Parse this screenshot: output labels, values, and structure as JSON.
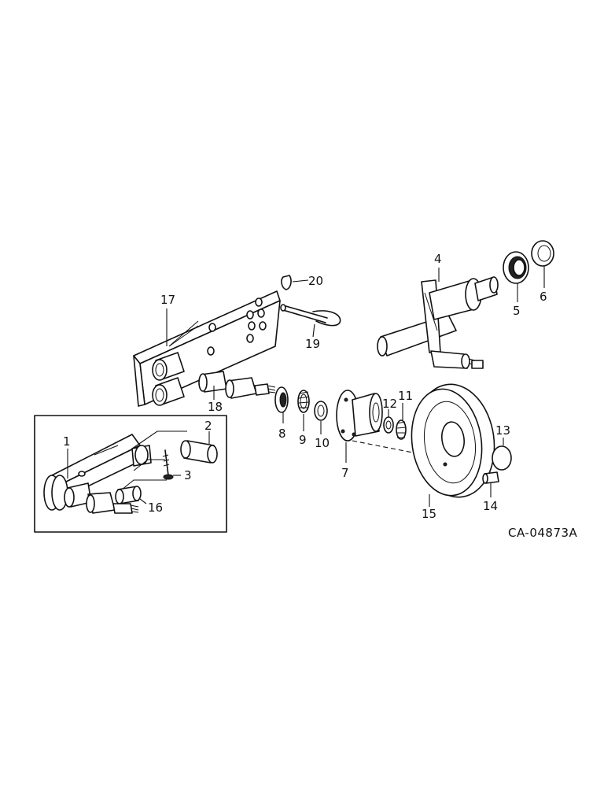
{
  "diagram": {
    "reference_code": "CA-04873A",
    "callouts": {
      "c1": "1",
      "c2": "2",
      "c3": "3",
      "c4": "4",
      "c5": "5",
      "c6": "6",
      "c7": "7",
      "c8": "8",
      "c9": "9",
      "c10": "10",
      "c11": "11",
      "c12": "12",
      "c13": "13",
      "c14": "14",
      "c15": "15",
      "c16": "16",
      "c17": "17",
      "c18": "18",
      "c19": "19",
      "c20": "20"
    }
  }
}
